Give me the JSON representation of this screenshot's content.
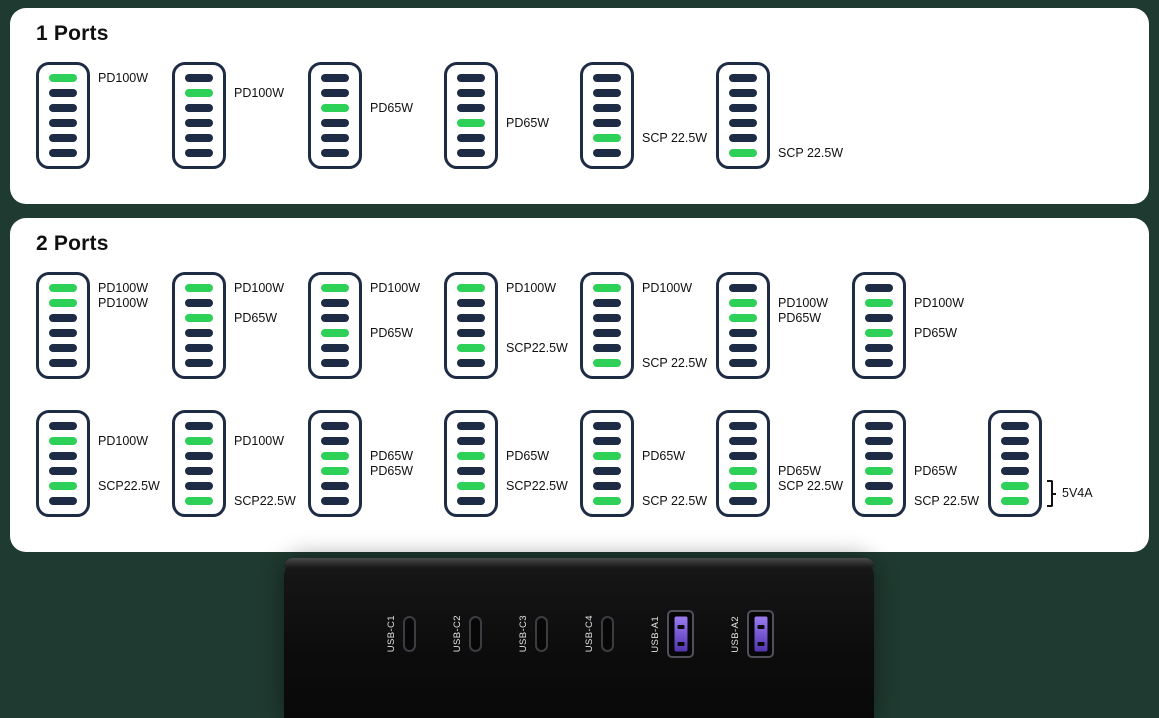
{
  "colors": {
    "background": "#1f3a30",
    "card": "#ffffff",
    "port_active_green": "#2ed157",
    "port_inactive_navy": "#1d2c44",
    "usb_a_purple": "#7a5cd6",
    "device_body_black": "#0d0d0d"
  },
  "sections": [
    {
      "title": "1 Ports",
      "rows": [
        [
          {
            "active": [
              0
            ],
            "labels": [
              {
                "port": 0,
                "text": "PD100W"
              }
            ]
          },
          {
            "active": [
              1
            ],
            "labels": [
              {
                "port": 1,
                "text": "PD100W"
              }
            ]
          },
          {
            "active": [
              2
            ],
            "labels": [
              {
                "port": 2,
                "text": "PD65W"
              }
            ]
          },
          {
            "active": [
              3
            ],
            "labels": [
              {
                "port": 3,
                "text": "PD65W"
              }
            ]
          },
          {
            "active": [
              4
            ],
            "labels": [
              {
                "port": 4,
                "text": "SCP 22.5W"
              }
            ]
          },
          {
            "active": [
              5
            ],
            "labels": [
              {
                "port": 5,
                "text": "SCP 22.5W"
              }
            ]
          }
        ]
      ]
    },
    {
      "title": "2 Ports",
      "rows": [
        [
          {
            "active": [
              0,
              1
            ],
            "labels": [
              {
                "port": 0,
                "text": "PD100W"
              },
              {
                "port": 1,
                "text": "PD100W"
              }
            ]
          },
          {
            "active": [
              0,
              2
            ],
            "labels": [
              {
                "port": 0,
                "text": "PD100W"
              },
              {
                "port": 2,
                "text": "PD65W"
              }
            ]
          },
          {
            "active": [
              0,
              3
            ],
            "labels": [
              {
                "port": 0,
                "text": "PD100W"
              },
              {
                "port": 3,
                "text": "PD65W"
              }
            ]
          },
          {
            "active": [
              0,
              4
            ],
            "labels": [
              {
                "port": 0,
                "text": "PD100W"
              },
              {
                "port": 4,
                "text": "SCP22.5W"
              }
            ]
          },
          {
            "active": [
              0,
              5
            ],
            "labels": [
              {
                "port": 0,
                "text": "PD100W"
              },
              {
                "port": 5,
                "text": "SCP 22.5W"
              }
            ]
          },
          {
            "active": [
              1,
              2
            ],
            "labels": [
              {
                "port": 1,
                "text": "PD100W"
              },
              {
                "port": 2,
                "text": "PD65W"
              }
            ]
          },
          {
            "active": [
              1,
              3
            ],
            "labels": [
              {
                "port": 1,
                "text": "PD100W"
              },
              {
                "port": 3,
                "text": "PD65W"
              }
            ]
          }
        ],
        [
          {
            "active": [
              1,
              4
            ],
            "labels": [
              {
                "port": 1,
                "text": "PD100W"
              },
              {
                "port": 4,
                "text": "SCP22.5W"
              }
            ]
          },
          {
            "active": [
              1,
              5
            ],
            "labels": [
              {
                "port": 1,
                "text": "PD100W"
              },
              {
                "port": 5,
                "text": "SCP22.5W"
              }
            ]
          },
          {
            "active": [
              2,
              3
            ],
            "labels": [
              {
                "port": 2,
                "text": "PD65W"
              },
              {
                "port": 3,
                "text": "PD65W"
              }
            ]
          },
          {
            "active": [
              2,
              4
            ],
            "labels": [
              {
                "port": 2,
                "text": "PD65W"
              },
              {
                "port": 4,
                "text": "SCP22.5W"
              }
            ]
          },
          {
            "active": [
              2,
              5
            ],
            "labels": [
              {
                "port": 2,
                "text": "PD65W"
              },
              {
                "port": 5,
                "text": "SCP 22.5W"
              }
            ]
          },
          {
            "active": [
              3,
              4
            ],
            "labels": [
              {
                "port": 3,
                "text": "PD65W"
              },
              {
                "port": 4,
                "text": "SCP 22.5W"
              }
            ]
          },
          {
            "active": [
              3,
              5
            ],
            "labels": [
              {
                "port": 3,
                "text": "PD65W"
              },
              {
                "port": 5,
                "text": "SCP 22.5W"
              }
            ]
          },
          {
            "active": [
              4,
              5
            ],
            "labels": [],
            "bracket": {
              "from": 4,
              "to": 5,
              "text": "5V4A"
            }
          }
        ]
      ]
    }
  ],
  "device": {
    "ports": [
      {
        "label": "USB-C1",
        "type": "c"
      },
      {
        "label": "USB-C2",
        "type": "c"
      },
      {
        "label": "USB-C3",
        "type": "c"
      },
      {
        "label": "USB-C4",
        "type": "c"
      },
      {
        "label": "USB-A1",
        "type": "a"
      },
      {
        "label": "USB-A2",
        "type": "a"
      }
    ]
  }
}
